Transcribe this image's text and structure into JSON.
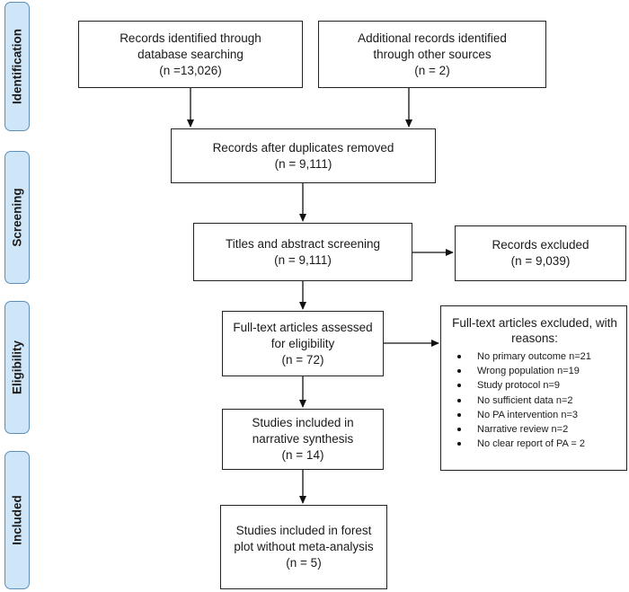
{
  "phases": {
    "identification": "Identification",
    "screening": "Screening",
    "eligibility": "Eligibility",
    "included": "Included"
  },
  "boxes": {
    "db_search": {
      "line1": "Records identified through",
      "line2": "database searching",
      "line3": "(n =13,026)"
    },
    "other_sources": {
      "line1": "Additional records identified",
      "line2": "through other sources",
      "line3": "(n = 2)"
    },
    "dedup": {
      "line1": "Records after duplicates removed",
      "line2": "(n = 9,111)"
    },
    "title_screen": {
      "line1": "Titles and abstract screening",
      "line2": "(n = 9,111)"
    },
    "records_excluded": {
      "line1": "Records excluded",
      "line2": "(n = 9,039)"
    },
    "fulltext": {
      "line1": "Full-text articles assessed",
      "line2": "for eligibility",
      "line3": "(n = 72)"
    },
    "narrative": {
      "line1": "Studies included in",
      "line2": "narrative synthesis",
      "line3": "(n = 14)"
    },
    "forest": {
      "line1": "Studies included in forest",
      "line2": "plot without meta-analysis",
      "line3": "(n = 5)"
    }
  },
  "fulltext_excluded": {
    "heading1": "Full-text articles excluded, with",
    "heading2": "reasons:",
    "reasons": [
      "No primary outcome n=21",
      "Wrong population n=19",
      "Study protocol n=9",
      "No sufficient data n=2",
      "No PA intervention n=3",
      "Narrative review n=2",
      "No clear report of PA = 2"
    ]
  }
}
